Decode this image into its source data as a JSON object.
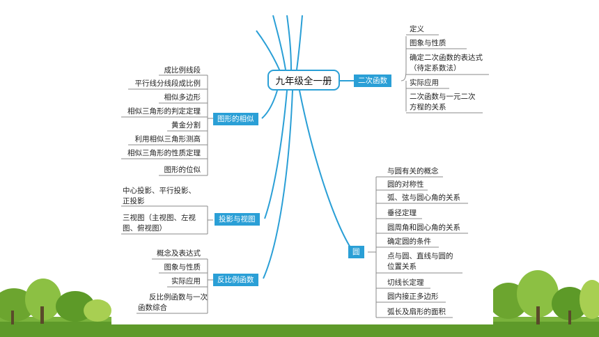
{
  "center": "九年级全一册",
  "branches": {
    "quadratic": {
      "tag": "二次函数",
      "items": [
        "定义",
        "图象与性质",
        "确定二次函数的表达式",
        "（待定系数法）",
        "实际应用",
        "二次函数与一元二次",
        "方程的关系"
      ]
    },
    "similar": {
      "tag": "图形的相似",
      "items": [
        "成比例线段",
        "平行线分线段成比例",
        "相似多边形",
        "相似三角形的判定定理",
        "黄金分割",
        "利用相似三角形测高",
        "相似三角形的性质定理",
        "图形的位似"
      ]
    },
    "projection": {
      "tag": "投影与视图",
      "items": [
        "中心投影、平行投影、",
        "正投影",
        "三视图（主视图、左视",
        "图、俯视图）"
      ]
    },
    "inverse": {
      "tag": "反比例函数",
      "items": [
        "概念及表达式",
        "图象与性质",
        "实际应用",
        "反比例函数与一次",
        "函数综合"
      ]
    },
    "circle": {
      "tag": "圆",
      "items": [
        "与圆有关的概念",
        "圆的对称性",
        "弧、弦与圆心角的关系",
        "垂径定理",
        "圆周角和圆心角的关系",
        "确定圆的条件",
        "点与圆、直线与圆的",
        "位置关系",
        "切线长定理",
        "圆内接正多边形",
        "弧长及扇形的面积"
      ]
    }
  }
}
